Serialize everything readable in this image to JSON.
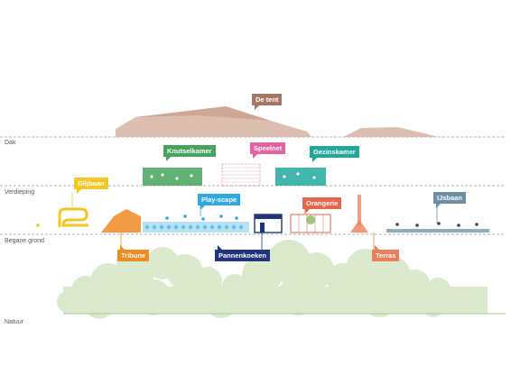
{
  "levels": {
    "dak": "Dak",
    "verdieping": "Verdieping",
    "begane_grond": "Begane grond",
    "natuur": "Natuur"
  },
  "labels": {
    "de_tent": "De tent",
    "knutselkamer": "Knutselkamer",
    "speelnet": "Speelnet",
    "gezinskamer": "Gezinskamer",
    "glijbaan": "Glijbaan",
    "play_scape": "Play-scape",
    "orangerie": "Orangerie",
    "ijsbaan": "IJsbaan",
    "tribune": "Tribune",
    "pannenkoeken": "Pannenkoeken",
    "terras": "Terras"
  },
  "colors": {
    "tent": "#d7b4a4",
    "tent_label": "#a87563",
    "knutselkamer": "#46a35c",
    "speelnet": "#e9609e",
    "gezinskamer": "#21a89d",
    "glijbaan": "#f2c623",
    "play_scape": "#2eaadf",
    "orangerie": "#e5664d",
    "ijsbaan": "#6d8fa5",
    "tribune": "#ee8b22",
    "pannenkoeken": "#23347f",
    "terras": "#ec7f5b",
    "nature": "#dbe9cc",
    "nature_line": "#a6cc8a",
    "level_line": "#9a9a9a"
  }
}
